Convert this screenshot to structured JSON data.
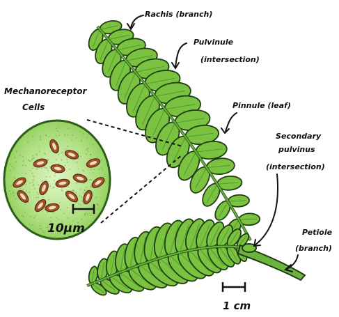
{
  "labels": {
    "rachis": "Rachis (branch)",
    "pulvinule_1": "Pulvinule",
    "pulvinule_2": "(intersection)",
    "pinnule": "Pinnule (leaf)",
    "secondary_1": "Secondary",
    "secondary_2": "pulvinus",
    "secondary_3": "(intersection)",
    "petiole_1": "Petiole",
    "petiole_2": "(branch)",
    "mech_1": "Mechanoreceptor",
    "mech_2": "Cells",
    "scale_cells": "10μm",
    "scale_plant": "1 cm"
  },
  "colors": {
    "leaf_green": "#7cc241",
    "leaf_dark": "#4f9a2a",
    "stem_green": "#5aa33a",
    "cell_green": "#b8e58a",
    "cell_brown": "#a0522d"
  }
}
